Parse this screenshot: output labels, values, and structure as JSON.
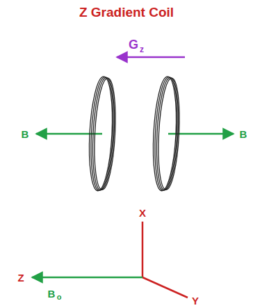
{
  "diagram": {
    "title": "Z Gradient Coil",
    "labels": [
      "G",
      "z",
      "B",
      "B",
      "X",
      "Z",
      "Y",
      "B",
      "o"
    ]
  }
}
